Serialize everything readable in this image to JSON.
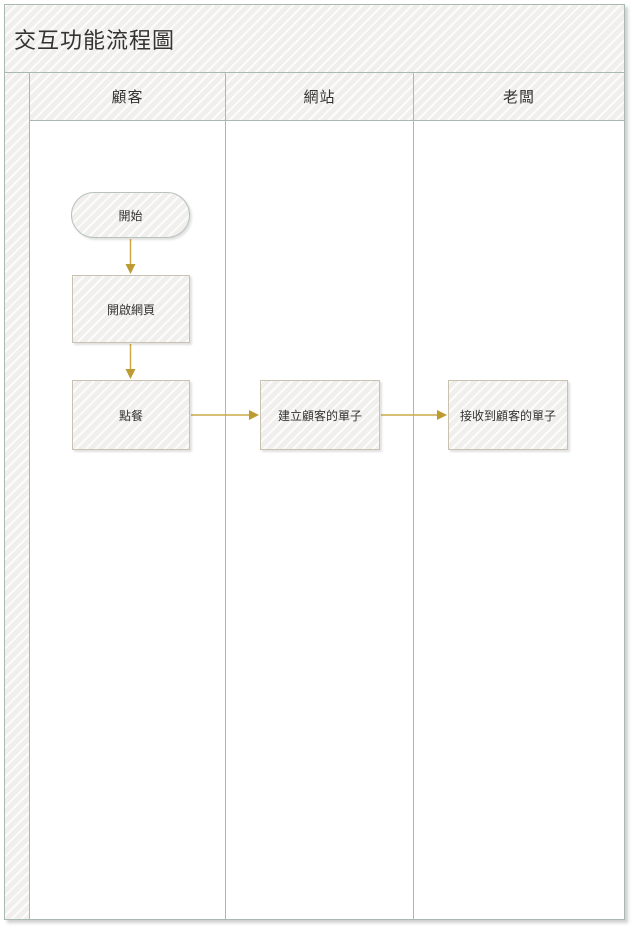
{
  "diagram": {
    "title": "交互功能流程圖",
    "type": "swimlane-flowchart",
    "lanes": [
      {
        "label": "顧客"
      },
      {
        "label": "網站"
      },
      {
        "label": "老闆"
      }
    ],
    "nodes": [
      {
        "id": "start",
        "label": "開始",
        "shape": "terminator",
        "lane": "顧客"
      },
      {
        "id": "open",
        "label": "開啟網頁",
        "shape": "process",
        "lane": "顧客"
      },
      {
        "id": "order",
        "label": "點餐",
        "shape": "process",
        "lane": "顧客"
      },
      {
        "id": "create",
        "label": "建立顧客的單子",
        "shape": "process",
        "lane": "網站"
      },
      {
        "id": "receive",
        "label": "接收到顧客的單子",
        "shape": "process",
        "lane": "老闆"
      }
    ],
    "edges": [
      {
        "from": "開始",
        "to": "開啟網頁",
        "direction": "down"
      },
      {
        "from": "開啟網頁",
        "to": "點餐",
        "direction": "down"
      },
      {
        "from": "點餐",
        "to": "建立顧客的單子",
        "direction": "right"
      },
      {
        "from": "建立顧客的單子",
        "to": "接收到顧客的單子",
        "direction": "right"
      }
    ],
    "colors": {
      "lane_border": "#a9b8b1",
      "process_border": "#c9c2b0",
      "terminator_border": "#b9c3bd",
      "arrow_line": "#ccaa48",
      "arrow_head": "#bd9b30",
      "hatch_fill": "#f0efed",
      "text": "#333333",
      "background": "#ffffff"
    }
  }
}
